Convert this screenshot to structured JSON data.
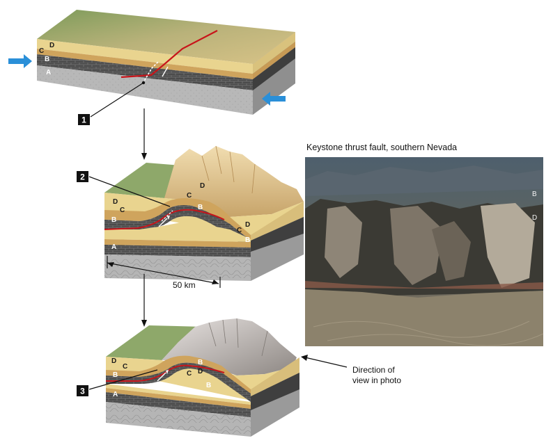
{
  "steps": [
    "1",
    "2",
    "3"
  ],
  "layer_labels": {
    "A": "A",
    "B": "B",
    "C": "C",
    "D": "D"
  },
  "scale": {
    "label": "50 km"
  },
  "photo": {
    "title": "Keystone thrust fault, southern Nevada",
    "labels": {
      "B": "B",
      "D": "D"
    }
  },
  "direction_caption": [
    "Direction of",
    "view in photo"
  ],
  "colors": {
    "fault": "#c8141a",
    "arrow": "#2a8fd8",
    "grass": "#8ea86a",
    "sand": "#e9d48f",
    "limestone": "#4a4a4a",
    "basement": "#b9b9b9"
  }
}
